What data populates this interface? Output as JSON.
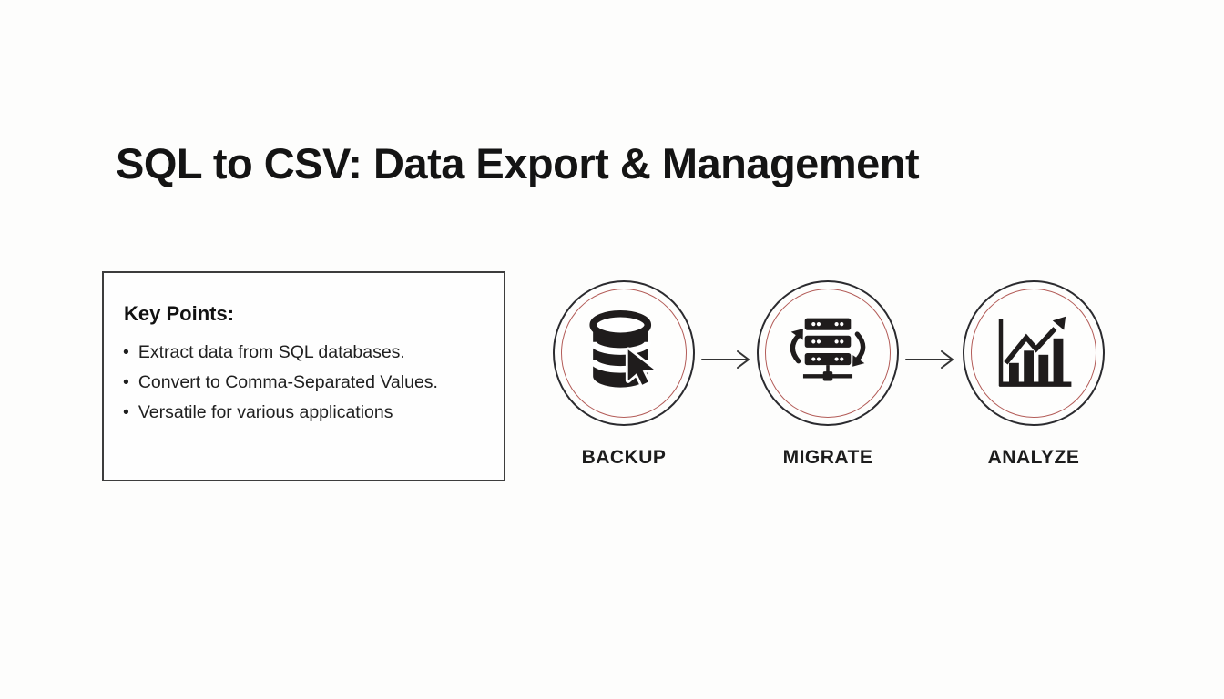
{
  "page": {
    "title": "SQL to CSV: Data Export & Management",
    "background_color": "#fdfdfc"
  },
  "key_points": {
    "heading": "Key Points:",
    "bullet_char": "•",
    "bullets": [
      "Extract data from SQL databases.",
      "Convert to Comma-Separated Values.",
      "Versatile for various applications"
    ]
  },
  "workflow": {
    "steps": [
      {
        "label": "BACKUP",
        "icon": "database-cursor-icon"
      },
      {
        "label": "MIGRATE",
        "icon": "server-sync-icon"
      },
      {
        "label": "ANALYZE",
        "icon": "bar-chart-growth-icon"
      }
    ],
    "connector_icon": "right-arrow-icon"
  },
  "colors": {
    "ring_outer": "#2b2b2f",
    "ring_inner": "#b35c58",
    "icon": "#1f1c1c",
    "title_text": "#141414",
    "box_border": "#3d3d3d",
    "arrow": "#333333"
  }
}
